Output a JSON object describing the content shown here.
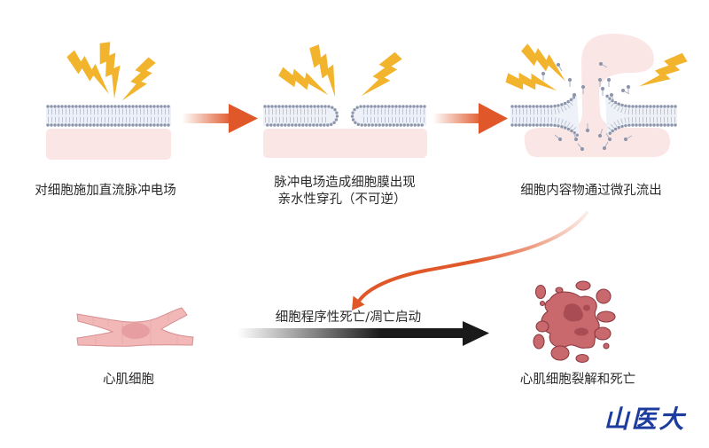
{
  "figure": {
    "steps": [
      {
        "id": "apply-field",
        "label": "对细胞施加直流脉冲电场"
      },
      {
        "id": "pore-formation",
        "label_lines": [
          "脉冲电场造成细胞膜出现",
          "亲水性穿孔（不可逆）"
        ]
      },
      {
        "id": "content-leak",
        "label": "细胞内容物通过微孔流出"
      }
    ],
    "bottom": {
      "cell_label": "心肌细胞",
      "arrow_label": "细胞程序性死亡/凋亡启动",
      "outcome_label": "心肌细胞裂解和死亡"
    },
    "logo": "山医大"
  },
  "icons": {
    "energy": "lightning-bolt",
    "membrane": "lipid-bilayer",
    "cell": "cardiomyocyte",
    "lysed_cell": "lysed-cell-fragments"
  },
  "colors": {
    "bolt": "#f2b42c",
    "arrow_orange": "#e0582a",
    "arrow_dark": "#1a1a1a",
    "cytoplasm": "#fbe6e6",
    "cell_fill": "#f2b7b7",
    "cell_stroke": "#d68f91",
    "nucleus": "#e69ea0",
    "lysed_fill": "#c9686d",
    "logo_blue": "#1d3c9e"
  }
}
